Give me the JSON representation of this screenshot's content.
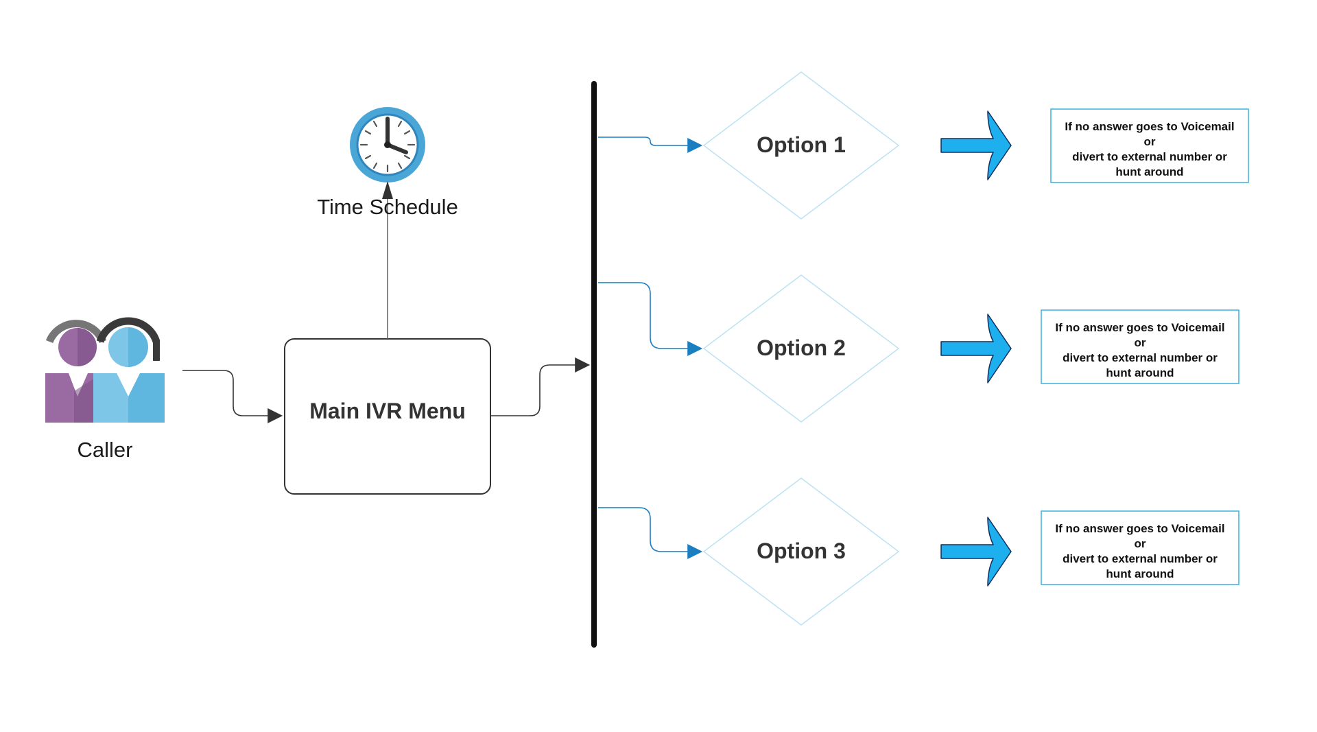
{
  "caller": {
    "label": "Caller"
  },
  "time_schedule": {
    "label": "Time Schedule"
  },
  "main_menu": {
    "label": "Main IVR Menu"
  },
  "options": [
    {
      "label": "Option 1"
    },
    {
      "label": "Option 2"
    },
    {
      "label": "Option 3"
    }
  ],
  "outcome_lines": [
    "If no answer goes to Voicemail",
    "or",
    "divert to external number or",
    "hunt around"
  ],
  "colors": {
    "connector": "#333333",
    "branch": "#1a7fc1",
    "diamond_stroke": "#bfe3f5",
    "outcome_border": "#44b6e0",
    "big_arrow": "#1eb0ee",
    "caller_purple": "#9a6aa3",
    "caller_blue": "#5fb7df",
    "clock_ring": "#4aa6d6"
  }
}
